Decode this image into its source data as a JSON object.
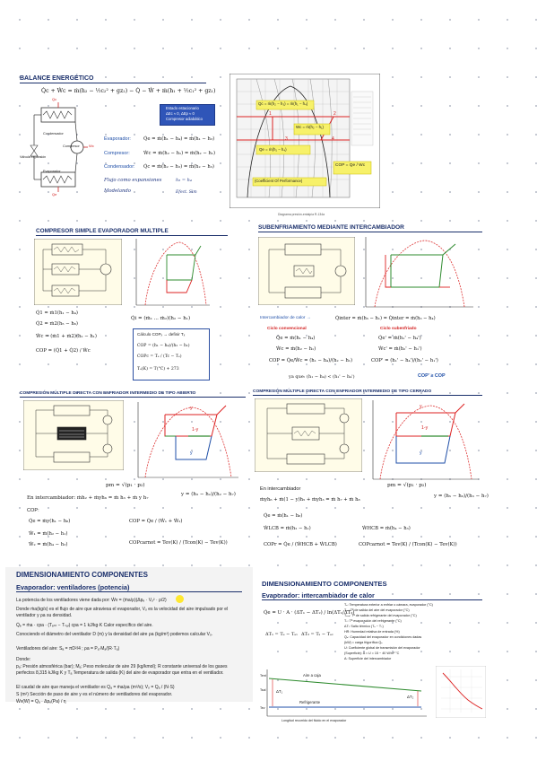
{
  "header": {
    "balance_title": "BALANCE ENERGÉTICO",
    "compresor_title": "COMPRESOR SIMPLE EVAPORADOR  MULTIPLE",
    "subenf_title": "SUBENFRIAMIENTO MEDIANTE INTERCAMBIADOR",
    "abierto_title": "COMPRESIÓN MÚLTIPLE DIRECTA CON ENFRIADOR INTERMEDIO DE TIPO ABIERTO",
    "cerrado_title": "COMPRESIÓN MÚLTIPLE DIRECTA CON ENFRIADOR INTERMEDIO DE TIPO CERRADO",
    "dim_left_title": "DIMENSIONAMIENTO COMPONENTES",
    "dim_right_title": "DIMENSIONAMIENTO COMPONENTES"
  },
  "balance": {
    "main_eq": "Q̇c + Ẇc = ṁ(h₂ − ½c₂² + gz₂) − Q̇ − Ẇ + ṁ(h₁ + ½c₁² + gz₁)",
    "notes": [
      "Estado estacionario",
      "ΔEc ≈ 0, ΔEp ≈ 0",
      "Compresor adiabático"
    ],
    "rows": [
      {
        "label": "Evaporador:",
        "eq": "Q̇e = ṁ(h₁ − h₄) = ṁ(h₁ − h₃)"
      },
      {
        "label": "Compresor:",
        "eq": "Ẇc = ṁ(h₂ − h₁) = ṁ(h₂ − h₁)"
      },
      {
        "label": "Condensador:",
        "eq": "Q̇c = ṁ(h₂ − h₃) = ṁ(h₂ − h₃)"
      }
    ],
    "handwritten_1": "Flujo como expansiones",
    "handwritten_2": "Modelando",
    "handwritten_3": "h₃ = h₄",
    "handwritten_4": "Efect. Sim",
    "schematic_labels": [
      "Condensador",
      "Compresor",
      "Válvula expansión",
      "Evaporador",
      "Qc",
      "Qe",
      "Wc"
    ],
    "chart_labels": {
      "qc": "Qc = ṁ(h₂ − h₃) = ṁ(h₁ − h₄)",
      "wc": "Wc = ṁ(h₂ − h₁)",
      "qe": "Qe = ṁ(h₁ − h₄)",
      "cop_text": "(Coefficient Of Performance)",
      "cop": "COP = Qe / Wc",
      "pts": [
        "1",
        "2",
        "3",
        "4"
      ],
      "caption": "Diagrama presión-entalpía R-134a"
    }
  },
  "compresor": {
    "eqs": [
      "Q̇1 = ṁ1(h₁ − h₄)",
      "Q̇2 = ṁ2(h₅ − h₆)",
      "Ẇc = (ṁ1 + ṁ2)(h₂ − h₁)",
      "COP = (Q̇1 + Q̇2) / Ẇc"
    ],
    "mid_eq": "Q̇i = (ṁ₁ ... ṁ₂)(h₂ − h₁)",
    "calc_title": "Cálculo COPₓ → definir Tₓ",
    "calc_eqs": [
      "COP = (h₁ − h₄)/(h₂ − h₁)",
      "COPc = Tₑ / (Tc − Tₑ)",
      "Tₑ(K) = T(°C) + 273"
    ]
  },
  "subenf": {
    "intercambiador": "Intercambiador de calor →",
    "intercambiador_eq": "Q̇inter = ṁ(h₅ − h₁) = Q̇inter = ṁ(h₃ − h₄)",
    "conv": "Ciclo convencional",
    "sub": "Ciclo subenfriado",
    "conv_eqs": [
      "Q̇e = ṁ(h₁ − h₄)",
      "Ẇc = ṁ(h₂ − h₁)",
      "COP = Q̇e/Ẇc = (h₁ − h₄)/(h₂ − h₁)"
    ],
    "sub_eqs": [
      "Q̇e' = ṁ(h₁' − h₄')",
      "Ẇc' = ṁ(h₂' − h₁')",
      "COP' = (h₁' − h₄')/(h₂' − h₁')"
    ],
    "ya_que": "ya que:  (h₁ − h₄) < (h₁' − h₄')",
    "conclusion": "COP' ≥ COP"
  },
  "abierto": {
    "pm": "pm = √(p₁ · p₂)",
    "inter_line": "En intercambiador:   ṁh₂ + ṁyh₆ = ṁ h₃ + ṁ y h₇",
    "y_eq": "y = (h₃ − h₂)/(h₂ − h₇)",
    "cop_label": "COP:",
    "eqs": [
      "Q̇e = ṁy(h₁ − h₈)",
      "Ẇ₁ = ṁ(h₂ − h₁)",
      "Ẇ₂ = ṁ(h₄ − h₃)"
    ],
    "cop_eq": "COP = Q̇e / (Ẇ₁ + Ẇ₂)",
    "carnot": "COPcarnot = Tev(K) / (Tcon(K) − Tev(K))",
    "y_labels": [
      "y",
      "1-y",
      "y"
    ]
  },
  "cerrado": {
    "pm": "pm = √(p₁ · p₂)",
    "inter_title": "En intercambiador",
    "inter_line": "ṁyh₆ + ṁ(1 − y)h₅ + ṁyh₃ = ṁ h₇ + ṁ h₈",
    "y_eq": "y = (h₅ − h₆)/(h₃ − h₇)",
    "eqs": [
      "Q̇e = ṁ(h₁ − h₈)",
      "ẆLCB = ṁ(h₂ − h₁)",
      "ẆHCB = ṁ(h₄ − h₃)"
    ],
    "cop_eq": "COPr = Q̇e / (ẆHCB + ẆLCB)",
    "carnot": "COPcarnot = Tev(K) / (Tcon(K) − Tev(K))",
    "y_labels": [
      "y",
      "1-y",
      "y"
    ]
  },
  "dim_left": {
    "subtitle": "Evaporador: ventiladores (potencia)",
    "p1": "La potencia de los ventiladores viene dada por:  Ẇv = (ṁa/ρ)(Δpₑ · Vₒ² · ρ/2)",
    "p2": "Donde ṁa(kg/s) es el flujo de aire que atraviesa el evaporador, Vₒ es la velocidad del aire impulsado por el ventilador y ρa su densidad.",
    "p3": "Q̇ₑ = ṁa · cpa · (Tₑₙₜ − Tₛₐₗ)   cpa = 1 kJ/kg·K  Calor específico del aire.",
    "p4": "Conociendo el diámetro del ventilador D (m) y la densidad del aire ρa (kg/m³) podemos calcular Vₒ.",
    "p5": "Ventiladores del aire: Sₐ = πD²/4 ;  ρa = Pₐ·Mₐ/(R·Tₐ)",
    "p6": "Donde:",
    "p7": "pₐ: Presión atmosférica (bar); Mₐ: Peso molecular de aire 29 (kg/kmol); R constante universal de los gases perfectos 8,315 kJ/kg K y Tₐ Temperatura de salida (K) del aire de evaporador que entra en el ventilador.",
    "p8": "El caudal de aire que maneja el ventilador es Qₐ = ṁa/ρa (m³/s);  Vₒ = Qₐ / (N·S)",
    "p9": "S (m²) Sección de paso de aire y es el número de ventiladores del evaporador.",
    "p10": "Ẇv(W) = Qₐ · Δpₑ(Pa) / η"
  },
  "dim_right": {
    "subtitle": "Evaporador: intercambiador de calor",
    "main_eq": "Q̇e = U · A · (ΔT₁ − ΔT₂) / ln(ΔT₁/ΔT₂)",
    "dt1": "ΔT₁ = Tₑ − Tₑᵥ",
    "dt2": "ΔT₂ = Tₛ − Tₑᵥ",
    "legend": [
      "Tₑ: Temperatura exterior a enfriar o cámara, evaporador (°C)",
      "Tₑᵥ: Tª de salida del aire del evaporador (°C)",
      "Tₑᵥₐ: Tª de salida refrigerante del evaporador (°C)",
      "Tₛ: Tª evaporación del refrigerante (°C)",
      "ΔTₗ: Salto térmico (Tₑ − Tₛ)",
      "HR: Humedad relativa de entrada (%)",
      "Q̇ₑ: Capacidad del evaporador en condiciones dadas",
      "(kW) = carga frigorífica Qₑ",
      "U: Coeficiente global de transmisión del evaporador",
      "(Superficie): A ≈ U = 15 − 40  W/m² °C",
      "A: Superficie del intercambiador"
    ],
    "diag_labels": {
      "aire": "Aire a caja",
      "refr": "Refrigerante",
      "dt1": "ΔT₁",
      "dt2": "ΔT₂",
      "tent": "Tent",
      "tsal": "Tsal",
      "tev": "Tev",
      "caption": "Longitud recorrido del fluido en el evaporador"
    }
  }
}
